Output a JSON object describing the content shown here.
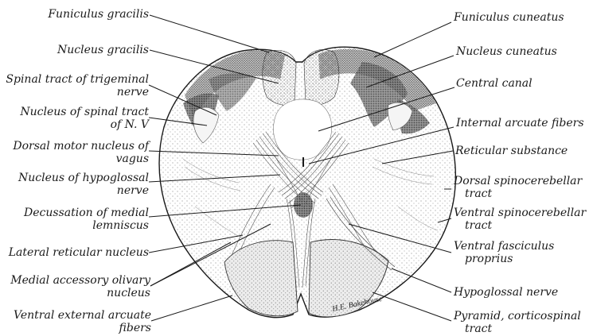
{
  "labels": {
    "funiculus_gracilis": "Funiculus gracilis",
    "nucleus_gracilis": "Nucleus gracilis",
    "spinal_tract_trigeminal_1": "Spinal tract of trigeminal",
    "spinal_tract_trigeminal_2": "nerve",
    "nucleus_spinal_tract_1": "Nucleus of spinal tract",
    "nucleus_spinal_tract_2": "of N. V",
    "dorsal_motor_nucleus_1": "Dorsal motor nucleus of",
    "dorsal_motor_nucleus_2": "vagus",
    "nucleus_hypoglossal_1": "Nucleus of hypoglossal",
    "nucleus_hypoglossal_2": "nerve",
    "decussation_1": "Decussation of medial",
    "decussation_2": "lemniscus",
    "lateral_reticular": "Lateral reticular nucleus",
    "medial_accessory_1": "Medial accessory olivary",
    "medial_accessory_2": "nucleus",
    "ventral_external_1": "Ventral external arcuate",
    "ventral_external_2": "fibers",
    "funiculus_cuneatus": "Funiculus cuneatus",
    "nucleus_cuneatus": "Nucleus cuneatus",
    "central_canal": "Central canal",
    "internal_arcuate": "Internal arcuate fibers",
    "reticular_substance": "Reticular substance",
    "dorsal_spinocerebellar_1": "Dorsal spinocerebellar",
    "dorsal_spinocerebellar_2": "tract",
    "ventral_spinocerebellar_1": "Ventral spinocerebellar",
    "ventral_spinocerebellar_2": "tract",
    "ventral_fasciculus_1": "Ventral fasciculus",
    "ventral_fasciculus_2": "proprius",
    "hypoglossal_nerve": "Hypoglossal nerve",
    "pyramid_1": "Pyramid, corticospinal",
    "pyramid_2": "tract"
  },
  "signature": "H.E. Bakehouse",
  "colors": {
    "ink": "#1a1a1a",
    "paper": "#ffffff",
    "stipple": "#555555"
  }
}
